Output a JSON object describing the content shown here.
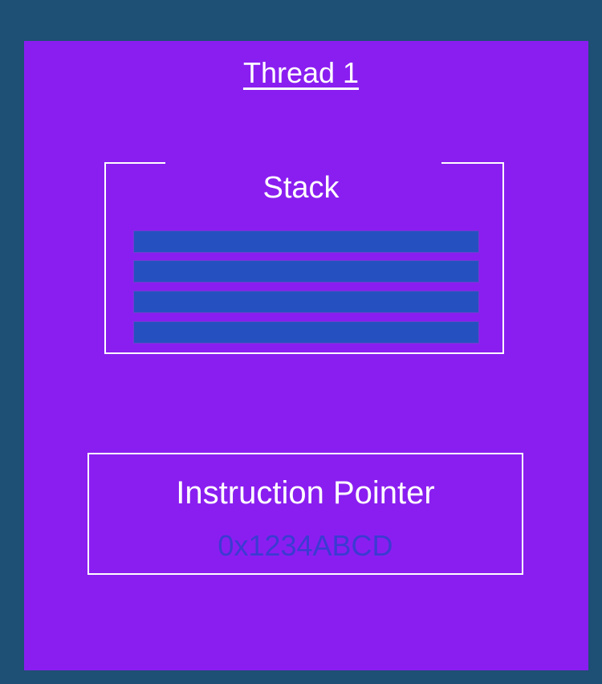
{
  "thread": {
    "title": "Thread 1"
  },
  "stack": {
    "title": "Stack",
    "frames": 4
  },
  "instruction_pointer": {
    "label": "Instruction Pointer",
    "value": "0x1234ABCD"
  },
  "colors": {
    "background": "#1e4f75",
    "thread_panel": "#8a1ef0",
    "stack_frame": "#2551c0",
    "ip_value": "#3b3ad2",
    "text": "#ffffff"
  }
}
